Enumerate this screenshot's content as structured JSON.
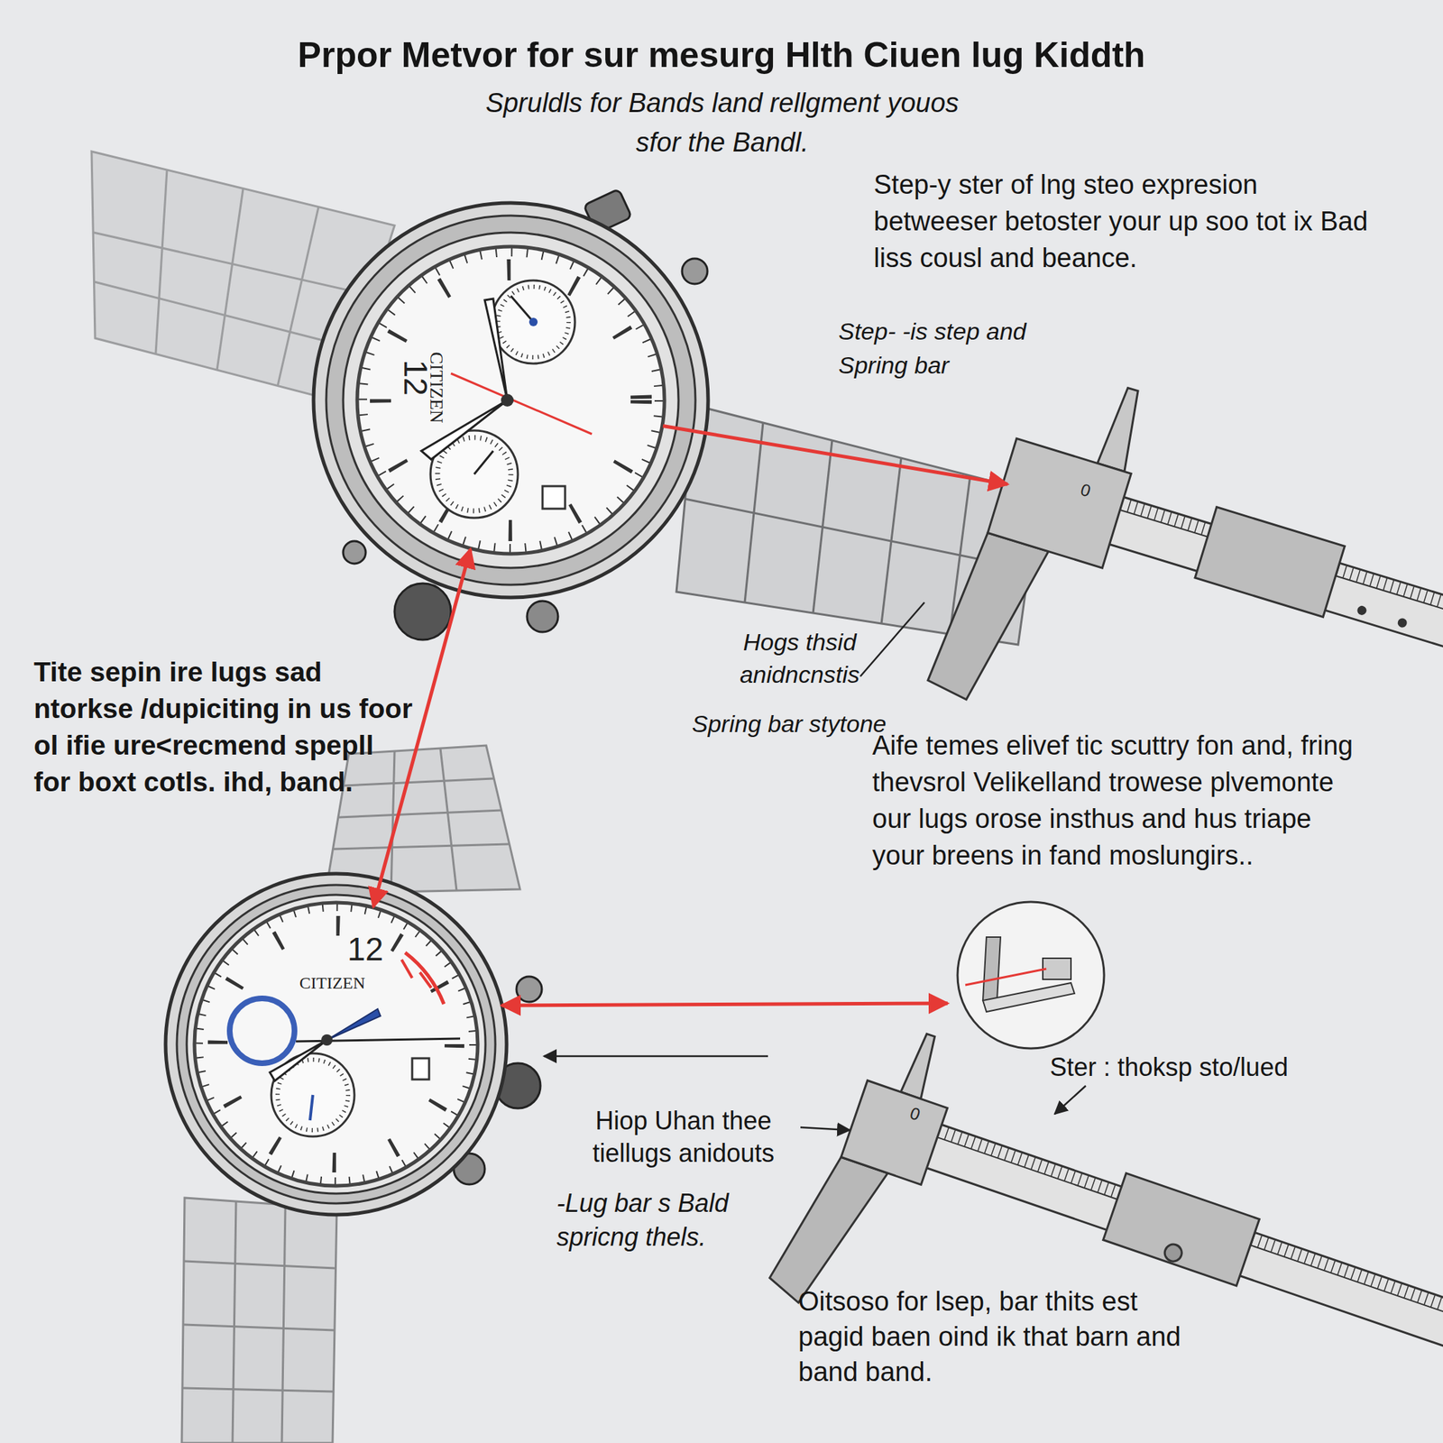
{
  "diagram": {
    "title": "Prpor Metvor for sur mesurg Hlth Ciuen lug Kiddth",
    "nodes": [
      {
        "text": [
          "12",
          "CITIZEN"
        ]
      },
      {
        "text": [
          "0"
        ]
      },
      {
        "text": [
          "12",
          "CITIZEN"
        ]
      },
      {
        "text": [
          "0"
        ]
      }
    ],
    "edges": [
      {
        "from": 0,
        "to": 1,
        "arrow": "to"
      },
      {
        "from": 0,
        "to": 2,
        "arrow": "both"
      }
    ],
    "labels": [
      "Spruldls for Bands land rellgment youos sfor the Bandl.",
      "Step-y ster of lng steo expresion betweeser betoster your up soo tot ix Bad liss cousl and beance.",
      "Step- -is step and Spring bar",
      "Hogs thsid anidncnstis",
      "Spring bar stytone",
      "Tite sepin ire lugs sad ntorkse /dupiciting in us foor ol ifie ure<recmend spepll for boxt cotls. ihd, band.",
      "Aife temes elivef tic scuttry fon and, fring thevsrol Velikelland trowese plvemonte our lugs orose insthus and hus triape your breens in fand moslungirs..",
      "Ster : thoksp sto/lued",
      "Hiop Uhan thee tiellugs anidouts",
      "-Lug bar s Bald spricng thels.",
      "Oitsoso for lsep, bar thits est pagid baen oind ik that barn and band band."
    ]
  }
}
